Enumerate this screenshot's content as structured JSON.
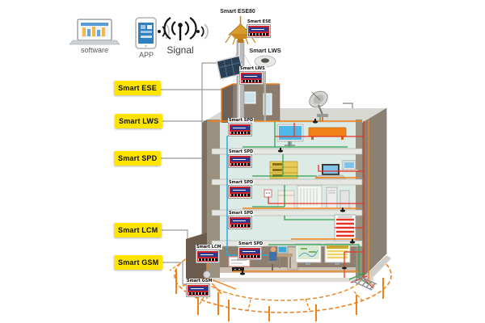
{
  "top_legend": {
    "software_label": "software",
    "app_label": "APP",
    "signal_label": "Signal"
  },
  "side_labels": [
    {
      "label": "Smart ESE"
    },
    {
      "label": "Smart LWS"
    },
    {
      "label": "Smart SPD"
    },
    {
      "label": "Smart LCM"
    },
    {
      "label": "Smart GSM"
    }
  ],
  "rooftop": {
    "ese_mast_title": "Smart ESE80",
    "lws_title": "Smart LWS"
  },
  "devices": {
    "ese": "Smart ESE",
    "lws": "Smart LWS",
    "spd": "Smart SPD",
    "lcm": "Smart LCM",
    "gsm": "Smart GSM"
  },
  "colors": {
    "label_yellow": "#FFE400",
    "wire_red": "#E63227",
    "wire_green": "#2F9E4F",
    "wire_orange": "#F08119",
    "wire_blue": "#29ABE2",
    "device_red": "#CC2229",
    "device_blue": "#2B3A8F"
  }
}
